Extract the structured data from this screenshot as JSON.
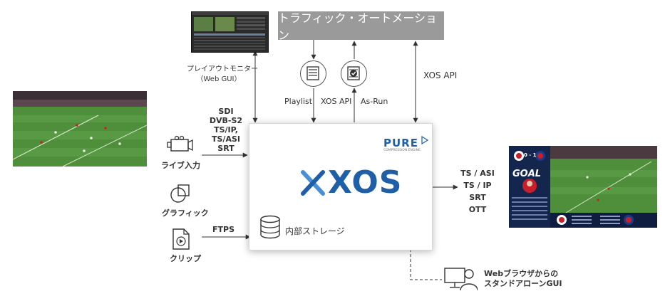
{
  "traffic_automation": {
    "label": "トラフィック・オートメーション"
  },
  "playout_monitor": {
    "line1": "プレイアウトモニター",
    "line2": "（Web GUI）"
  },
  "api_labels": {
    "playlist": "Playlist",
    "xos_api_mid": "XOS API",
    "as_run": "As-Run",
    "xos_api_right": "XOS API"
  },
  "inputs": {
    "formats": [
      "SDI",
      "DVB-S2",
      "TS/IP,",
      "TS/ASI",
      "SRT"
    ],
    "live": "ライブ入力",
    "graphics": "グラフィック",
    "clip": "クリップ",
    "ftps": "FTPS"
  },
  "xos": {
    "brand": "PURE",
    "brand_sub": "COMPRESSION ENGINE",
    "logo": "XOS",
    "storage": "内部ストレージ"
  },
  "outputs": {
    "formats": [
      "TS / ASI",
      "TS / IP",
      "SRT",
      "OTT"
    ]
  },
  "standalone": {
    "line1": "Webブラウザからの",
    "line2": "スタンドアローンGUI"
  },
  "scoreboard": {
    "score": "0 - 1",
    "banner": "GOAL"
  },
  "colors": {
    "traffic_bg": "#9a9a9a",
    "xos_blue": "#1e5fa8",
    "pitch_green": "#4f8f3c",
    "panel_navy": "#14264d"
  }
}
